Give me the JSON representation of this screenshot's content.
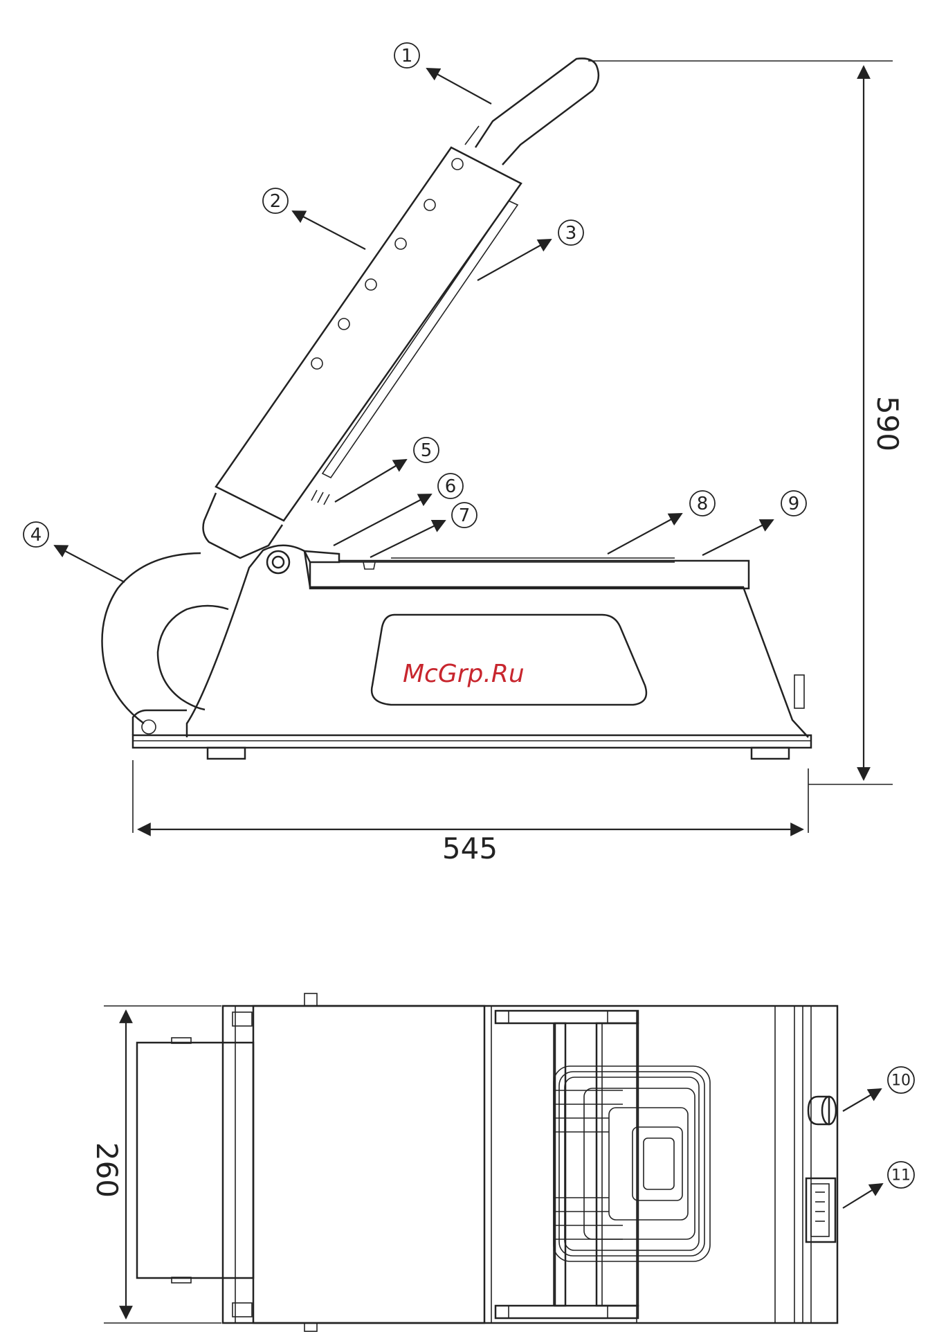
{
  "watermark": "McGrp.Ru",
  "dimensions": {
    "height": "590",
    "width": "545",
    "depth": "260"
  },
  "callouts": [
    "1",
    "2",
    "3",
    "4",
    "5",
    "6",
    "7",
    "8",
    "9",
    "10",
    "11"
  ],
  "colors": {
    "line": "#222222",
    "watermark": "#c8262e",
    "background": "#ffffff"
  }
}
